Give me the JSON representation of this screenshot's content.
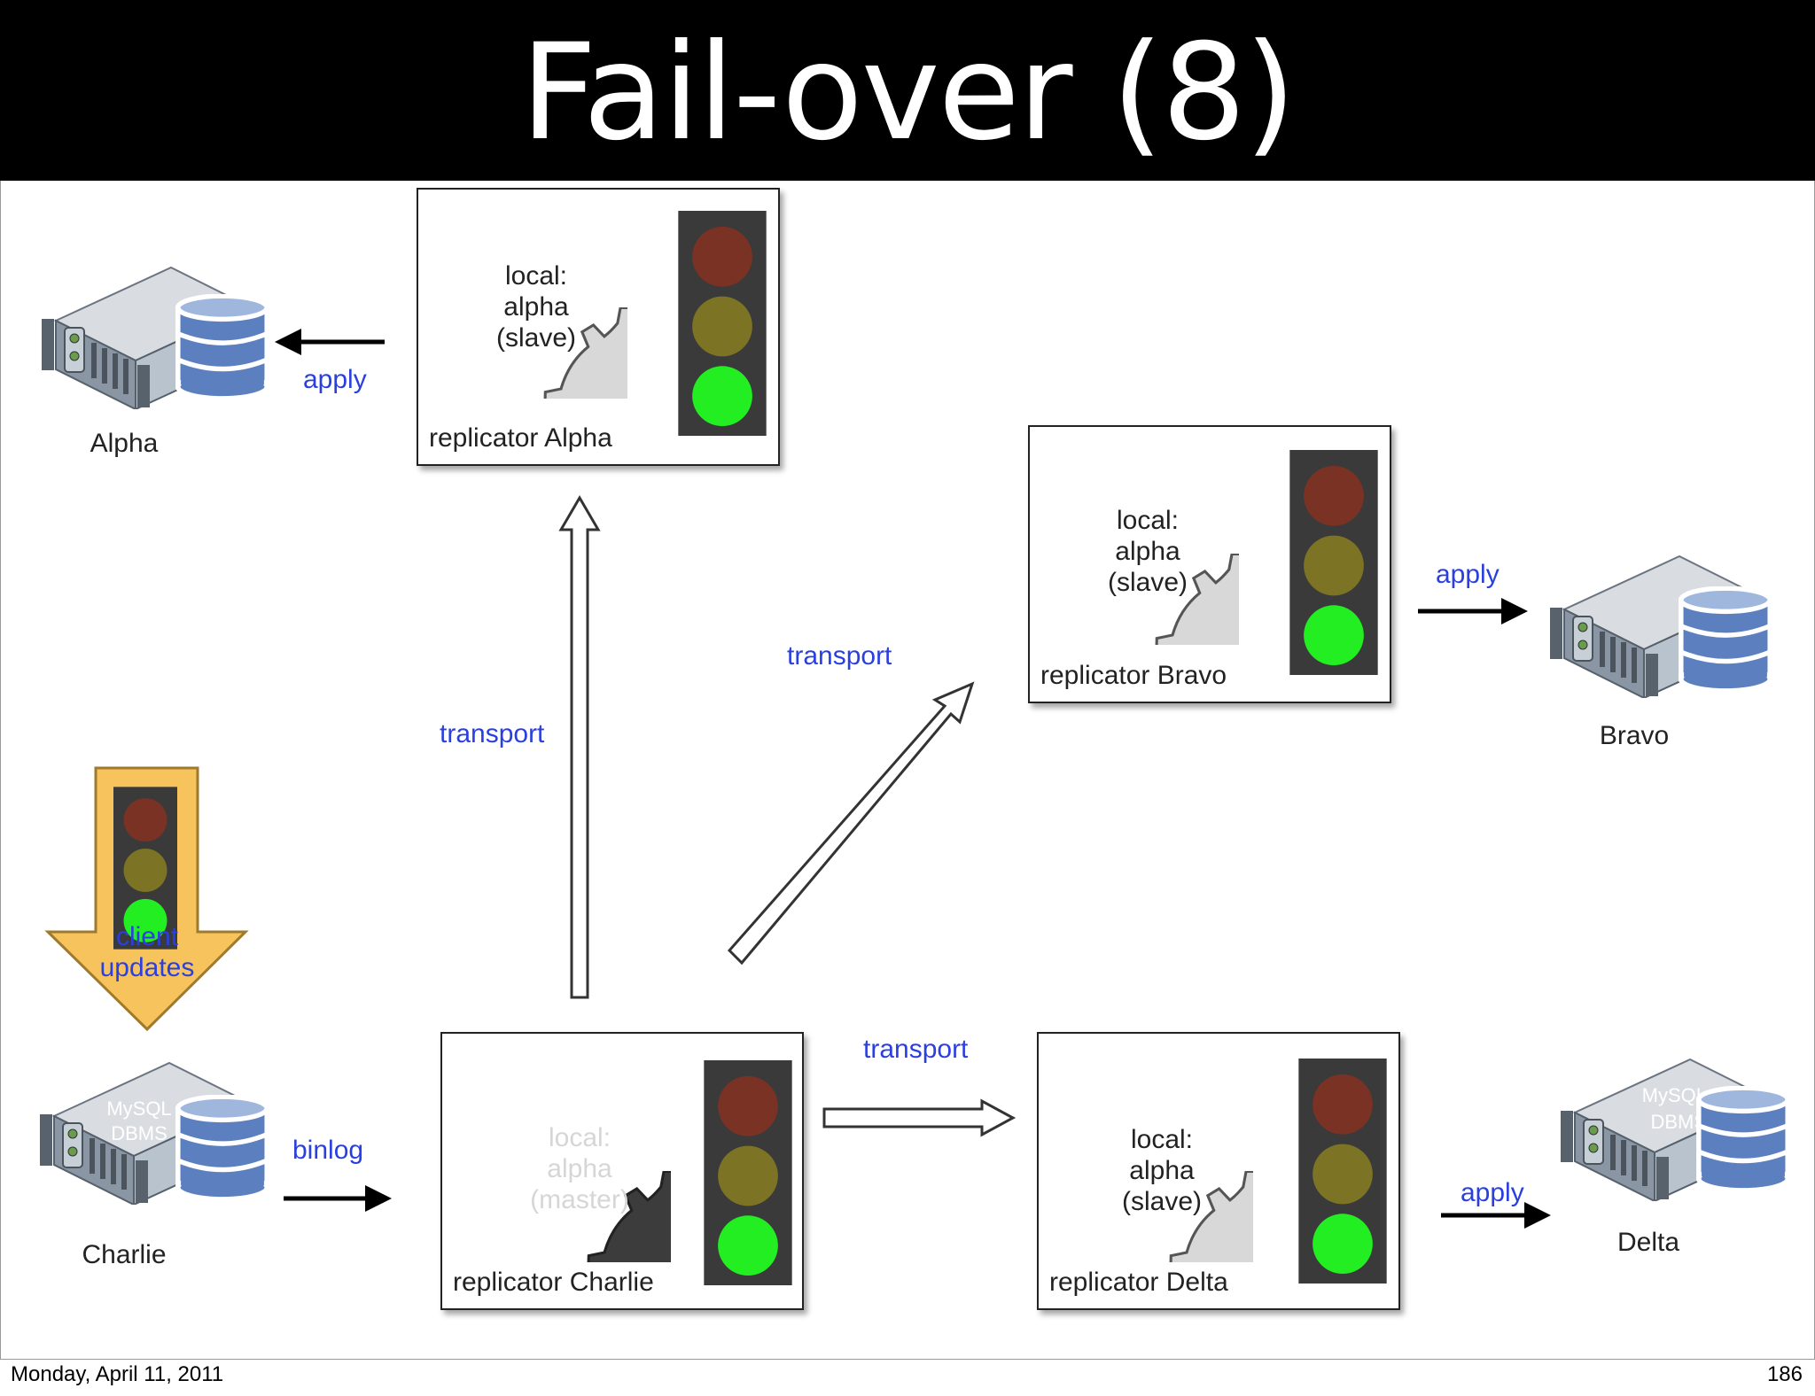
{
  "slide": {
    "title": "Fail-over (8)",
    "footer_date": "Monday, April 11, 2011",
    "page_number": "186"
  },
  "servers": {
    "alpha": {
      "label": "Alpha"
    },
    "bravo": {
      "label": "Bravo"
    },
    "charlie": {
      "label": "Charlie",
      "overlay": [
        "MySQL",
        "DBMS"
      ]
    },
    "delta": {
      "label": "Delta",
      "overlay": [
        "MySQL",
        "DBMS"
      ]
    }
  },
  "replicators": {
    "alpha": {
      "label": "replicator Alpha",
      "cog": [
        "local:",
        "alpha",
        "(slave)"
      ],
      "role": "slave"
    },
    "bravo": {
      "label": "replicator Bravo",
      "cog": [
        "local:",
        "alpha",
        "(slave)"
      ],
      "role": "slave"
    },
    "charlie": {
      "label": "replicator Charlie",
      "cog": [
        "local:",
        "alpha",
        "(master)"
      ],
      "role": "master"
    },
    "delta": {
      "label": "replicator Delta",
      "cog": [
        "local:",
        "alpha",
        "(slave)"
      ],
      "role": "slave"
    }
  },
  "edges": {
    "apply_alpha": "apply",
    "apply_bravo": "apply",
    "apply_delta": "apply",
    "binlog": "binlog",
    "transport_alpha": "transport",
    "transport_bravo": "transport",
    "transport_delta": "transport"
  },
  "client": {
    "line1": "client",
    "line2": "updates"
  },
  "colors": {
    "link_text": "#2a3fe0",
    "light_red": "#7a3224",
    "light_yellow": "#7c7424",
    "light_green": "#22ee22",
    "client_arrow": "#f7c35c",
    "master_cog": "#3c3c3c",
    "slave_cog": "#d8d8d8"
  },
  "icons": [
    "server-icon",
    "database-icon",
    "gear-icon",
    "traffic-light-icon",
    "arrow-icon"
  ]
}
